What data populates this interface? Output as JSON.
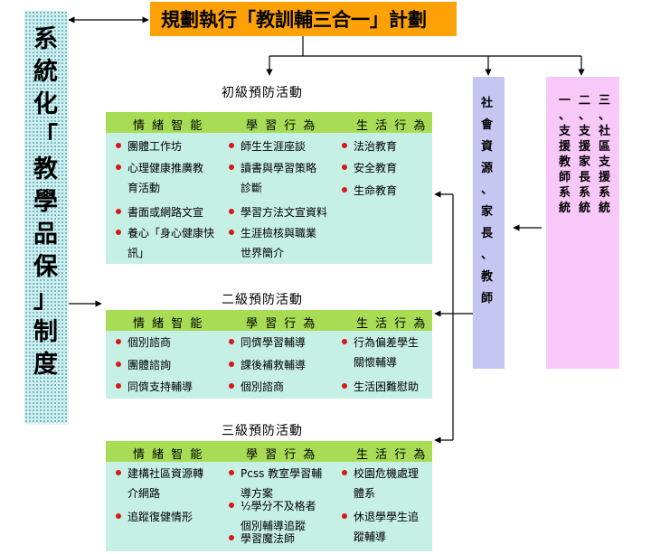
{
  "side_title_chars": [
    "系",
    "統",
    "化",
    "「",
    "教",
    "學",
    "品",
    "保",
    "」",
    "制",
    "度"
  ],
  "top_title": "規劃執行「教訓輔三合一」計劃",
  "social": "社會資源、家長、教師",
  "pink_columns": [
    "三、社區支援系統",
    "二、支援家長系統",
    "一、支援教師系統"
  ],
  "columns": [
    "情 緒 智 能",
    "學 習 行 為",
    "生 活 行 為"
  ],
  "levels": [
    {
      "title": "初級預防活動",
      "cols": [
        [
          "團體工作坊",
          "心理健康推廣教\n育活動",
          "書面或網路文宣",
          "養心「身心健康快\n訊」"
        ],
        [
          "師生生涯座談",
          "讀書與學習策略\n診斷",
          "學習方法文宣資料",
          "生涯檢核與職業\n世界簡介"
        ],
        [
          "法治教育",
          "安全教育",
          "生命教育"
        ]
      ]
    },
    {
      "title": "二級預防活動",
      "cols": [
        [
          "個別諮商",
          "團體諮詢",
          "同儕支持輔導"
        ],
        [
          "同儕學習輔導",
          "課後補救輔導",
          "個別諮商"
        ],
        [
          "行為偏差學生\n關懷輔導",
          "生活困難慰助"
        ]
      ]
    },
    {
      "title": "三級預防活動",
      "cols": [
        [
          "建構社區資源轉\n介網路",
          "追蹤復健情形"
        ],
        [
          "Pcss 教室學習輔\n導方案",
          "½學分不及格者\n個別輔導追蹤",
          "學習魔法師"
        ],
        [
          "校園危機處理\n體系",
          "休退學學生追\n蹤輔導"
        ]
      ]
    }
  ]
}
